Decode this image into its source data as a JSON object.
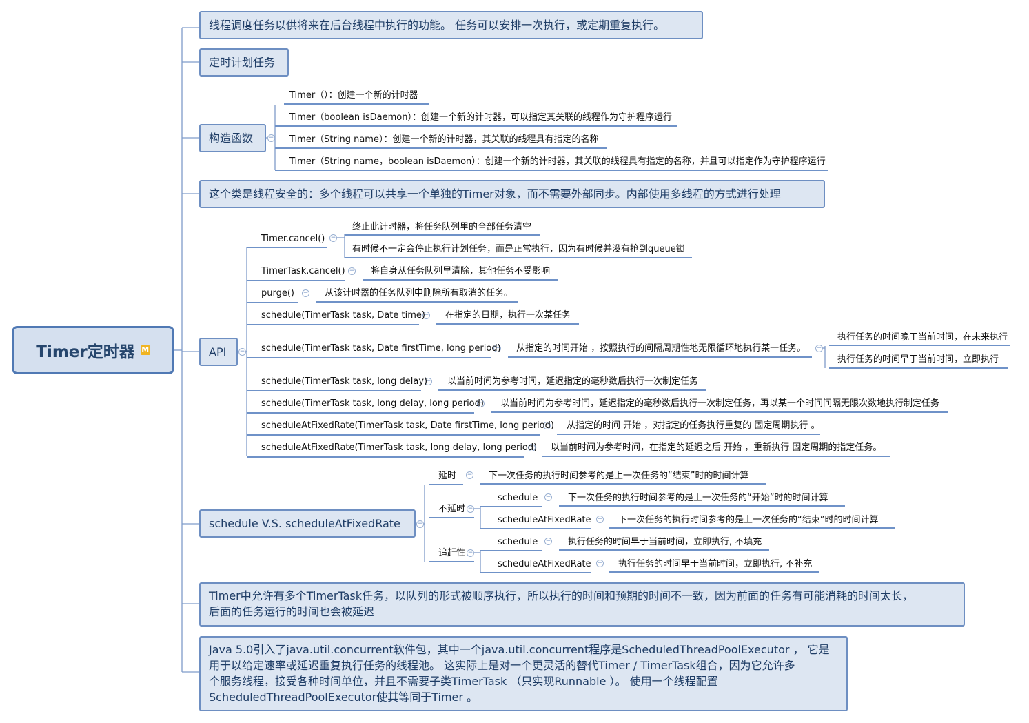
{
  "root": {
    "title": "Timer定时器",
    "marker": "M"
  },
  "nodes": {
    "desc": "线程调度任务以供将来在后台线程中执行的功能。 任务可以安排一次执行，或定期重复执行。",
    "timer_task": "定时计划任务",
    "constructor": {
      "label": "构造函数",
      "items": [
        "Timer（）：创建一个新的计时器",
        "Timer（boolean isDaemon）：创建一个新的计时器，可以指定其关联的线程作为守护程序运行",
        "Timer（String name）：创建一个新的计时器，其关联的线程具有指定的名称",
        "Timer（String name，boolean isDaemon）：创建一个新的计时器，其关联的线程具有指定的名称，并且可以指定作为守护程序运行"
      ]
    },
    "thread_safe": "这个类是线程安全的：多个线程可以共享一个单独的Timer对象，而不需要外部同步。内部使用多线程的方式进行处理",
    "api": {
      "label": "API",
      "timer_cancel": {
        "name": "Timer.cancel()",
        "details": [
          "终止此计时器，将任务队列里的全部任务清空",
          "有时候不一定会停止执行计划任务，而是正常执行，因为有时候并没有抢到queue锁"
        ]
      },
      "task_cancel": {
        "name": "TimerTask.cancel()",
        "desc": "将自身从任务队列里清除，其他任务不受影响"
      },
      "purge": {
        "name": "purge()",
        "desc": "从该计时器的任务队列中删除所有取消的任务。"
      },
      "sched_date": {
        "name": "schedule(TimerTask task, Date time)",
        "desc": "在指定的日期，执行一次某任务"
      },
      "sched_date_period": {
        "name": "schedule(TimerTask task, Date firstTime, long period)",
        "desc": "从指定的时间开始 ，按照执行的间隔周期性地无限循环地执行某一任务。",
        "cases": [
          "执行任务的时间晚于当前时间，在未来执行",
          "执行任务的时间早于当前时间，立即执行"
        ]
      },
      "sched_delay": {
        "name": "schedule(TimerTask task, long delay)",
        "desc": "以当前时间为参考时间，延迟指定的毫秒数后执行一次制定任务"
      },
      "sched_delay_period": {
        "name": "schedule(TimerTask task, long delay, long period)",
        "desc": "以当前时间为参考时间，延迟指定的毫秒数后执行一次制定任务，再以某一个时间间隔无限次数地执行制定任务"
      },
      "fixed_date": {
        "name": "scheduleAtFixedRate(TimerTask task, Date firstTime, long period)",
        "desc": "从指定的时间 开始 ，对指定的任务执行重复的 固定周期执行 。"
      },
      "fixed_delay": {
        "name": "scheduleAtFixedRate(TimerTask task, long delay, long period)",
        "desc": "以当前时间为参考时间，在指定的延迟之后 开始 ，重新执行 固定周期的指定任务。"
      }
    },
    "compare": {
      "label": "schedule V.S. scheduleAtFixedRate",
      "delay": {
        "label": "延时",
        "desc": "下一次任务的执行时间参考的是上一次任务的“结束”时的时间计算"
      },
      "nodelay": {
        "label": "不延时",
        "schedule": {
          "name": "schedule",
          "desc": "下一次任务的执行时间参考的是上一次任务的“开始”时的时间计算"
        },
        "fixed": {
          "name": "scheduleAtFixedRate",
          "desc": "下一次任务的执行时间参考的是上一次任务的“结束”时的时间计算"
        }
      },
      "catchup": {
        "label": "追赶性",
        "schedule": {
          "name": "schedule",
          "desc": "执行任务的时间早于当前时间，立即执行, 不填充"
        },
        "fixed": {
          "name": "scheduleAtFixedRate",
          "desc": "执行任务的时间早于当前时间，立即执行, 不补充"
        }
      }
    },
    "queue_note": {
      "line1": "Timer中允许有多个TimerTask任务，以队列的形式被顺序执行，所以执行的时间和预期的时间不一致，因为前面的任务有可能消耗的时间太长，",
      "line2": "后面的任务运行的时间也会被延迟"
    },
    "java5_note": {
      "line1": "Java 5.0引入了java.util.concurrent软件包，其中一个java.util.concurrent程序是ScheduledThreadPoolExecutor ， 它是",
      "line2": "用于以给定速率或延迟重复执行任务的线程池。 这实际上是对一个更灵活的替代Timer / TimerTask组合，因为它允许多",
      "line3": "个服务线程，接受各种时间单位，并且不需要子类TimerTask （只实现Runnable ）。 使用一个线程配置",
      "line4": "ScheduledThreadPoolExecutor使其等同于Timer 。"
    }
  },
  "colors": {
    "line": "#7f9cc9",
    "box_fill": "#dde6f2",
    "box_border": "#6e8fc2",
    "root_border": "#5079b4",
    "root_text": "#26466d",
    "underline": "#6f92c8",
    "marker": "#f0b422"
  }
}
